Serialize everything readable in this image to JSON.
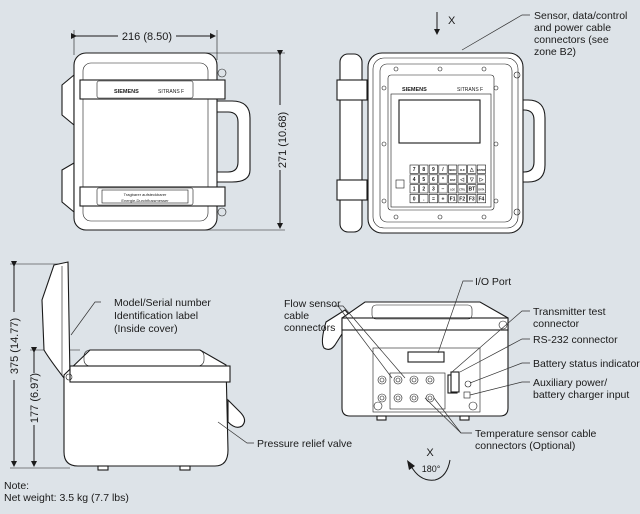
{
  "front_view": {
    "width_dim": "216 (8.50)",
    "height_dim": "271 (10.68)",
    "brand": "SIEMENS",
    "product": "SITRANS F",
    "label_line1": "Tragbarer aufsteckbarer",
    "label_line2": "Energie-Durchflussmesser"
  },
  "open_view": {
    "view_marker": "X",
    "brand": "SIEMENS",
    "product": "SITRANS F",
    "callout": [
      "Sensor, data/control",
      "and power cable",
      "connectors (see",
      "zone B2)"
    ],
    "keypad": [
      [
        "7",
        "8",
        "9",
        "/",
        "MENU",
        "CLR",
        "△",
        "ENTER"
      ],
      [
        "4",
        "5",
        "6",
        "*",
        "DISP",
        "◁",
        "▽",
        "▷"
      ],
      [
        "1",
        "2",
        "3",
        "−",
        "LOG",
        "CTRL",
        "BT",
        "DATA"
      ],
      [
        "0",
        ".",
        "=",
        "+",
        "F1",
        "F2",
        "F3",
        "F4"
      ]
    ]
  },
  "side_view": {
    "total_height_dim": "375 (14.77)",
    "body_height_dim": "177 (6.97)",
    "id_label_callout": [
      "Model/Serial number",
      "Identification label",
      "(Inside cover)"
    ],
    "pressure_valve_callout": "Pressure relief valve"
  },
  "rear_view": {
    "flow_sensor_callout": [
      "Flow sensor",
      "cable",
      "connectors"
    ],
    "io_port_callout": "I/O Port",
    "test_connector_callout": [
      "Transmitter test",
      "connector"
    ],
    "rs232_callout": "RS-232 connector",
    "battery_status_callout": "Battery status indicator",
    "aux_power_callout": [
      "Auxiliary power/",
      "battery charger input"
    ],
    "temp_sensor_callout": [
      "Temperature sensor cable",
      "connectors (Optional)"
    ],
    "view_marker": "X",
    "rotation": "180°"
  },
  "note": {
    "title": "Note:",
    "text": "Net weight: 3.5 kg (7.7 lbs)"
  }
}
